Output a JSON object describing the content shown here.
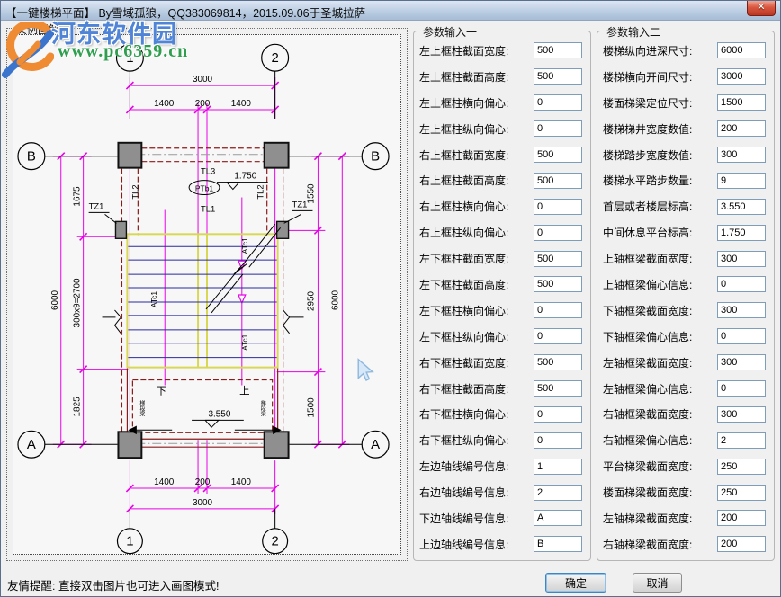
{
  "window": {
    "title": "【一键楼梯平面】 By雪域孤狼，QQ383069814，2015.09.06于圣城拉萨",
    "close_glyph": "✕"
  },
  "watermark": {
    "site_name": "河东软件园",
    "site_url": "www.pc6359.cn"
  },
  "preview": {
    "group_title": "实例图解"
  },
  "params1": {
    "group_title": "参数输入一",
    "fields": [
      {
        "label": "左上框柱截面宽度:",
        "value": "500"
      },
      {
        "label": "左上框柱截面高度:",
        "value": "500"
      },
      {
        "label": "左上框柱横向偏心:",
        "value": "0"
      },
      {
        "label": "左上框柱纵向偏心:",
        "value": "0"
      },
      {
        "label": "右上框柱截面宽度:",
        "value": "500"
      },
      {
        "label": "右上框柱截面高度:",
        "value": "500"
      },
      {
        "label": "右上框柱横向偏心:",
        "value": "0"
      },
      {
        "label": "右上框柱纵向偏心:",
        "value": "0"
      },
      {
        "label": "左下框柱截面宽度:",
        "value": "500"
      },
      {
        "label": "左下框柱截面高度:",
        "value": "500"
      },
      {
        "label": "左下框柱横向偏心:",
        "value": "0"
      },
      {
        "label": "左下框柱纵向偏心:",
        "value": "0"
      },
      {
        "label": "右下框柱截面宽度:",
        "value": "500"
      },
      {
        "label": "右下框柱截面高度:",
        "value": "500"
      },
      {
        "label": "右下框柱横向偏心:",
        "value": "0"
      },
      {
        "label": "右下框柱纵向偏心:",
        "value": "0"
      },
      {
        "label": "左边轴线编号信息:",
        "value": "1"
      },
      {
        "label": "右边轴线编号信息:",
        "value": "2"
      },
      {
        "label": "下边轴线编号信息:",
        "value": "A"
      },
      {
        "label": "上边轴线编号信息:",
        "value": "B"
      }
    ]
  },
  "params2": {
    "group_title": "参数输入二",
    "fields": [
      {
        "label": "楼梯纵向进深尺寸:",
        "value": "6000"
      },
      {
        "label": "楼梯横向开间尺寸:",
        "value": "3000"
      },
      {
        "label": "楼面梯梁定位尺寸:",
        "value": "1500"
      },
      {
        "label": "楼梯梯井宽度数值:",
        "value": "200"
      },
      {
        "label": "楼梯踏步宽度数值:",
        "value": "300"
      },
      {
        "label": "楼梯水平踏步数量:",
        "value": "9"
      },
      {
        "label": "首层或者楼层标高:",
        "value": "3.550"
      },
      {
        "label": "中间休息平台标高:",
        "value": "1.750"
      },
      {
        "label": "上轴框梁截面宽度:",
        "value": "300"
      },
      {
        "label": "上轴框梁偏心信息:",
        "value": "0"
      },
      {
        "label": "下轴框梁截面宽度:",
        "value": "300"
      },
      {
        "label": "下轴框梁偏心信息:",
        "value": "0"
      },
      {
        "label": "左轴框梁截面宽度:",
        "value": "300"
      },
      {
        "label": "左轴框梁偏心信息:",
        "value": "0"
      },
      {
        "label": "右轴框梁截面宽度:",
        "value": "300"
      },
      {
        "label": "右轴框梁偏心信息:",
        "value": "2"
      },
      {
        "label": "平台梯梁截面宽度:",
        "value": "250"
      },
      {
        "label": "楼面梯梁截面宽度:",
        "value": "250"
      },
      {
        "label": "左轴梯梁截面宽度:",
        "value": "200"
      },
      {
        "label": "右轴梯梁截面宽度:",
        "value": "200"
      }
    ]
  },
  "drawing": {
    "axis_1": "1",
    "axis_2": "2",
    "axis_a": "A",
    "axis_b": "B",
    "dim_3000": "3000",
    "dim_1400": "1400",
    "dim_200": "200",
    "dim_6000": "6000",
    "dim_1675": "1675",
    "dim_run": "300x9=2700",
    "dim_1825": "1825",
    "dim_1550": "1550",
    "dim_2950": "2950",
    "dim_1500": "1500",
    "lvl_mid": "1.750",
    "lvl_floor": "3.550",
    "tl1": "TL1",
    "tl2": "TL2",
    "tl3": "TL3",
    "tz1": "TZ1",
    "ptb1": "PTb1",
    "atc1": "ATc1",
    "stair_beam": "梯段梁",
    "down": "下",
    "up": "上"
  },
  "footer": {
    "hint": "友情提醒: 直接双击图片也可进入画图模式!",
    "ok": "确定",
    "cancel": "取消"
  },
  "colors": {
    "dimension": "#e800e8",
    "beam": "#8b1a1a",
    "stair_outline": "#d8d855",
    "tread": "#2a2a9e",
    "column_fill": "#8f8f8f",
    "titlebar": "#b3c7de",
    "watermark_blue": "#4f84d6",
    "watermark_green": "#2f9e4e"
  }
}
